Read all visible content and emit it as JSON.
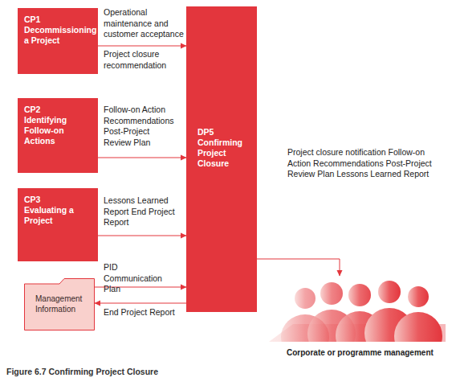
{
  "diagram": {
    "caption": "Figure 6.7 Confirming Project Closure",
    "nodes": [
      {
        "text": [
          "CP1",
          "Decommissioning a Project"
        ]
      },
      {
        "text": [
          "CP2",
          "Identifying Follow-on Actions"
        ]
      },
      {
        "text": [
          "CP3",
          "Evaluating a Project"
        ]
      },
      {
        "text": [
          "DP5",
          "Confirming Project Closure"
        ]
      },
      {
        "text": [
          "Management Information"
        ]
      },
      {
        "text": [
          "Corporate or programme management"
        ]
      }
    ],
    "edges": [
      {
        "from": 0,
        "to": 3,
        "label": "Operational maintenance and customer acceptance",
        "arrow": "to"
      },
      {
        "from": 1,
        "to": 3,
        "label": "Follow-on Action Recommendations Post-Project Review Plan",
        "arrow": "to"
      },
      {
        "from": 2,
        "to": 3,
        "label": "Lessons Learned Report End Project Report",
        "arrow": "to"
      },
      {
        "from": 4,
        "to": 3,
        "label": "PID Communication Plan",
        "arrow": "to"
      },
      {
        "from": 3,
        "to": 4,
        "label": "End Project Report",
        "arrow": "to"
      },
      {
        "from": 3,
        "to": 5,
        "label": "Project closure notification Follow-on Action Recommendations Post-Project Review Plan Lessons Learned Report",
        "arrow": "to"
      }
    ],
    "labels": [
      "Project closure recommendation"
    ]
  }
}
